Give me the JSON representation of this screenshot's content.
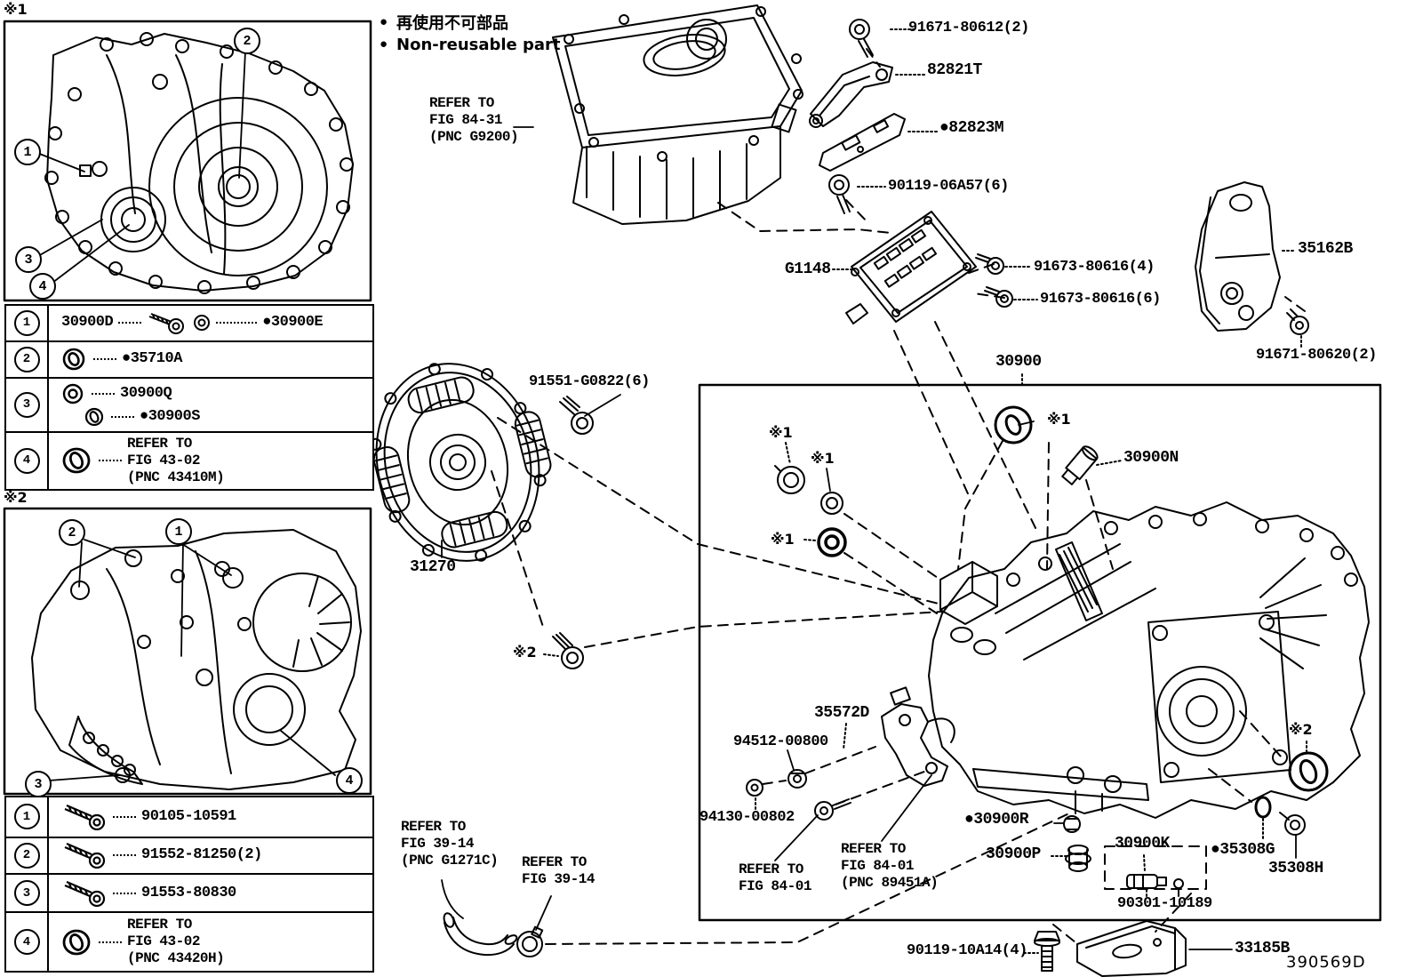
{
  "doc_number": "390569D",
  "legend": {
    "dot": "●",
    "jp": "再使用不可部品",
    "en": "Non-reusable part"
  },
  "panels": {
    "p1": {
      "marker": "※1",
      "callouts": [
        "1",
        "2",
        "3",
        "4"
      ]
    },
    "p2": {
      "marker": "※2",
      "callouts": [
        "1",
        "2",
        "3",
        "4"
      ]
    }
  },
  "table1": {
    "rows": [
      {
        "num": "1",
        "a": "30900D",
        "b": "●30900E"
      },
      {
        "num": "2",
        "a": "●35710A"
      },
      {
        "num": "3",
        "a": "30900Q",
        "b": "●30900S"
      },
      {
        "num": "4",
        "a": "REFER TO\nFIG 43-02\n(PNC 43410M)"
      }
    ]
  },
  "table2": {
    "rows": [
      {
        "num": "1",
        "a": "90105-10591"
      },
      {
        "num": "2",
        "a": "91552-81250(2)"
      },
      {
        "num": "3",
        "a": "91553-80830"
      },
      {
        "num": "4",
        "a": "REFER TO\nFIG 43-02\n(PNC 43420H)"
      }
    ]
  },
  "labels": {
    "refer_fig_84_31": "REFER TO\nFIG 84-31\n(PNC G9200)",
    "p91671_80612": "91671-80612(2)",
    "p82821T": "82821T",
    "p82823M": "●82823M",
    "p90119_06A57": "90119-06A57(6)",
    "pG1148": "G1148",
    "p91673_80616_4": "91673-80616(4)",
    "p91673_80616_6": "91673-80616(6)",
    "p35162B": "35162B",
    "p91671_80620": "91671-80620(2)",
    "p91551_G0822": "91551-G0822(6)",
    "p31270": "31270",
    "p30900": "30900",
    "p30900N": "30900N",
    "star1": "※1",
    "star2": "※2",
    "p35572D": "35572D",
    "p94512_00800": "94512-00800",
    "p94130_00802": "94130-00802",
    "refer_fig_39_14_pnc": "REFER TO\nFIG 39-14\n(PNC G1271C)",
    "refer_fig_39_14": "REFER TO\nFIG 39-14",
    "refer_fig_84_01": "REFER TO\nFIG 84-01",
    "refer_fig_84_01_pnc": "REFER TO\nFIG 84-01\n(PNC 89451A)",
    "p30900R": "●30900R",
    "p30900P": "30900P",
    "p30900K": "30900K",
    "p35308G": "●35308G",
    "p35308H": "35308H",
    "p90301_10189": "90301-10189",
    "p90119_10A14": "90119-10A14(4)",
    "p33185B": "33185B"
  }
}
